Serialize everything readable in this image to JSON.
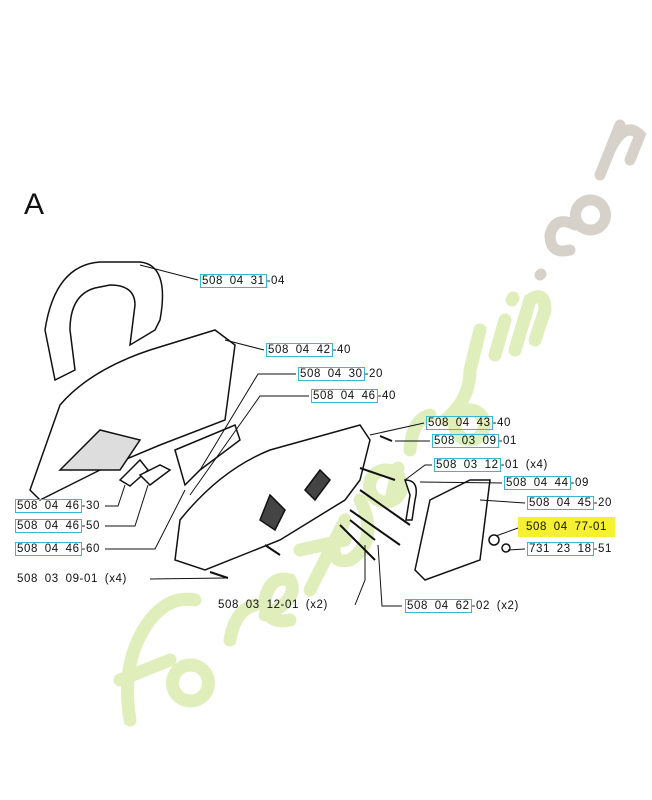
{
  "section_letter": "A",
  "watermark": "ForetJardin.com",
  "labels": [
    {
      "pn": "508 04 31",
      "sfx": "-04"
    },
    {
      "pn": "508 04 42",
      "sfx": "-40"
    },
    {
      "pn": "508 04 30",
      "sfx": "-20"
    },
    {
      "pn": "508 04 46",
      "sfx": "-40"
    },
    {
      "pn": "508 04 43",
      "sfx": "-40"
    },
    {
      "pn": "508 03 09",
      "sfx": "-01"
    },
    {
      "pn": "508 03 12",
      "sfx": "-01 (x4)"
    },
    {
      "pn": "508 04 44",
      "sfx": "-09"
    },
    {
      "pn": "508 04 45",
      "sfx": "-20"
    },
    {
      "pn": "508 04 77",
      "sfx": "-01"
    },
    {
      "pn": "731 23 18",
      "sfx": "-51"
    },
    {
      "pn": "508 04 46",
      "sfx": "-30"
    },
    {
      "pn": "508 04 46",
      "sfx": "-50"
    },
    {
      "pn": "508 04 46",
      "sfx": "-60"
    },
    {
      "pn": "508 03 09-01 (x4)",
      "sfx": ""
    },
    {
      "pn": "508 03 12-01 (x2)",
      "sfx": ""
    },
    {
      "pn": "508 04 62",
      "sfx": "-02 (x2)"
    }
  ],
  "colors": {
    "highlight": "#f5f032",
    "box": "#39b6d0",
    "watermark_green": "#d6e9a6",
    "watermark_grey": "#c9c2b8"
  }
}
